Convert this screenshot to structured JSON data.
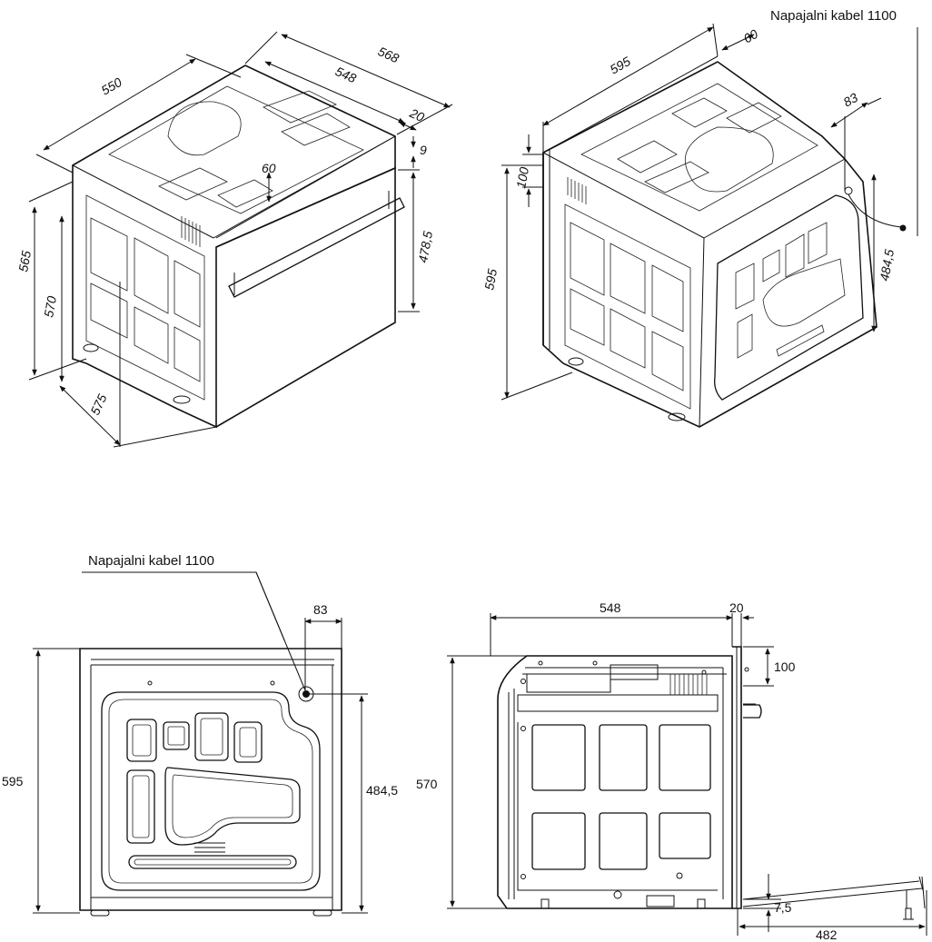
{
  "drawing": {
    "power_cable_label": "Napajalni kabel 1100",
    "top_left": {
      "dims": [
        "550",
        "568",
        "548",
        "20",
        "9",
        "60",
        "478,5",
        "565",
        "570",
        "575"
      ]
    },
    "top_right": {
      "dims": [
        "595",
        "60",
        "83",
        "100",
        "595",
        "484,5"
      ]
    },
    "bottom_left": {
      "dims": [
        "83",
        "595",
        "484,5"
      ]
    },
    "bottom_right": {
      "dims": [
        "548",
        "20",
        "100",
        "570",
        "7,5",
        "482"
      ]
    }
  }
}
